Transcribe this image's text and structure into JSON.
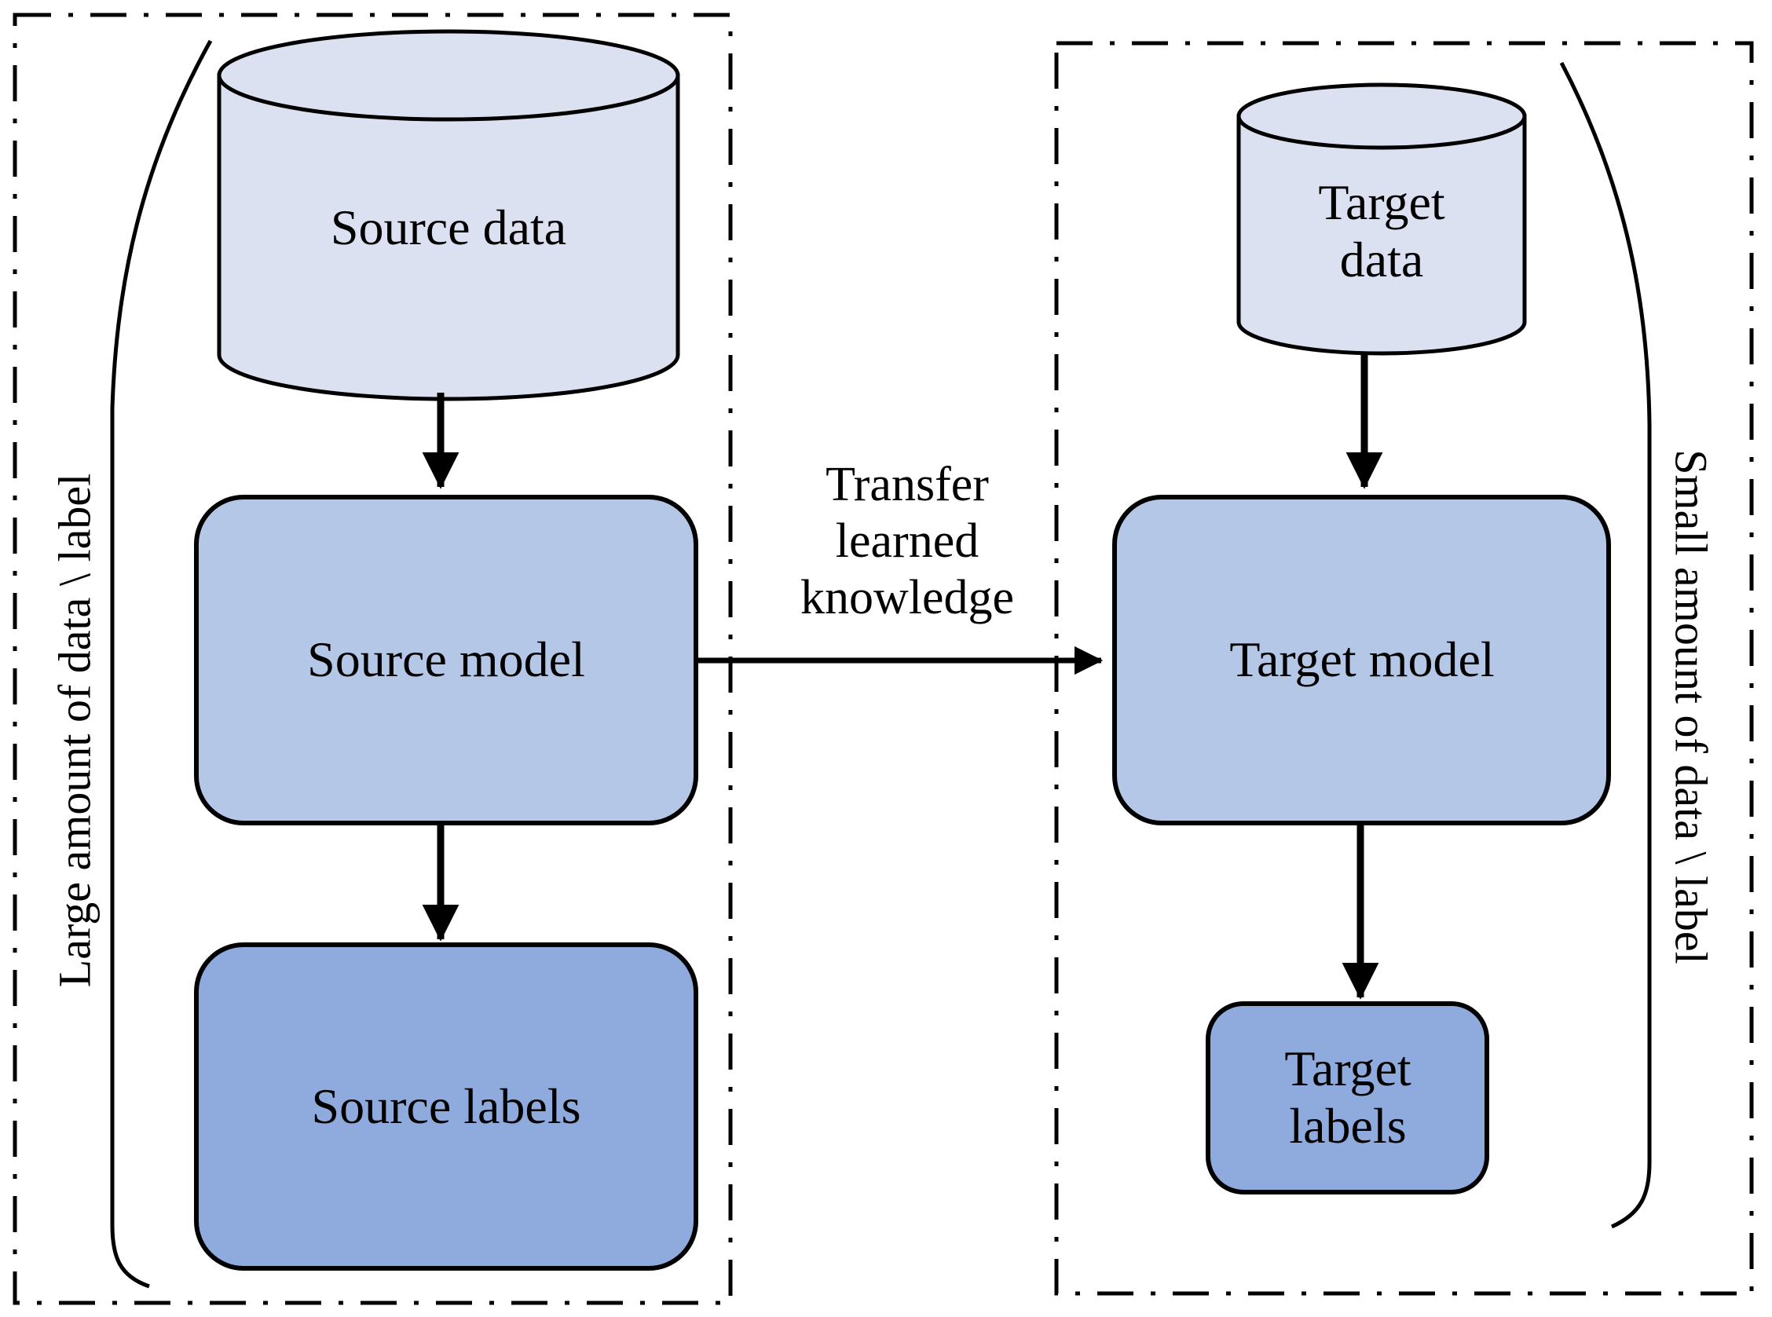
{
  "diagram": {
    "title_present": false,
    "panels": {
      "left": {
        "side_label": "Large amount of data \\ label",
        "nodes": {
          "source_data": "Source data",
          "source_model": "Source model",
          "source_labels": "Source labels"
        }
      },
      "right": {
        "side_label": "Small amount of data \\ label",
        "nodes": {
          "target_data": "Target\ndata",
          "target_model": "Target model",
          "target_labels": "Target\nlabels"
        }
      }
    },
    "center": {
      "transfer_label": "Transfer\nlearned\nknowledge"
    },
    "colors": {
      "cylinder_fill": "#dce1f2",
      "model_fill": "#b4c7e7",
      "labels_fill": "#8faadc",
      "stroke": "#000000",
      "background": "#ffffff"
    },
    "icons": {
      "source_data": "database-cylinder-icon",
      "target_data": "database-cylinder-icon",
      "down_arrow": "arrow-down-icon",
      "right_arrow": "arrow-right-icon",
      "brace": "curly-brace-icon",
      "panel_border": "dashed-rectangle-icon"
    }
  }
}
